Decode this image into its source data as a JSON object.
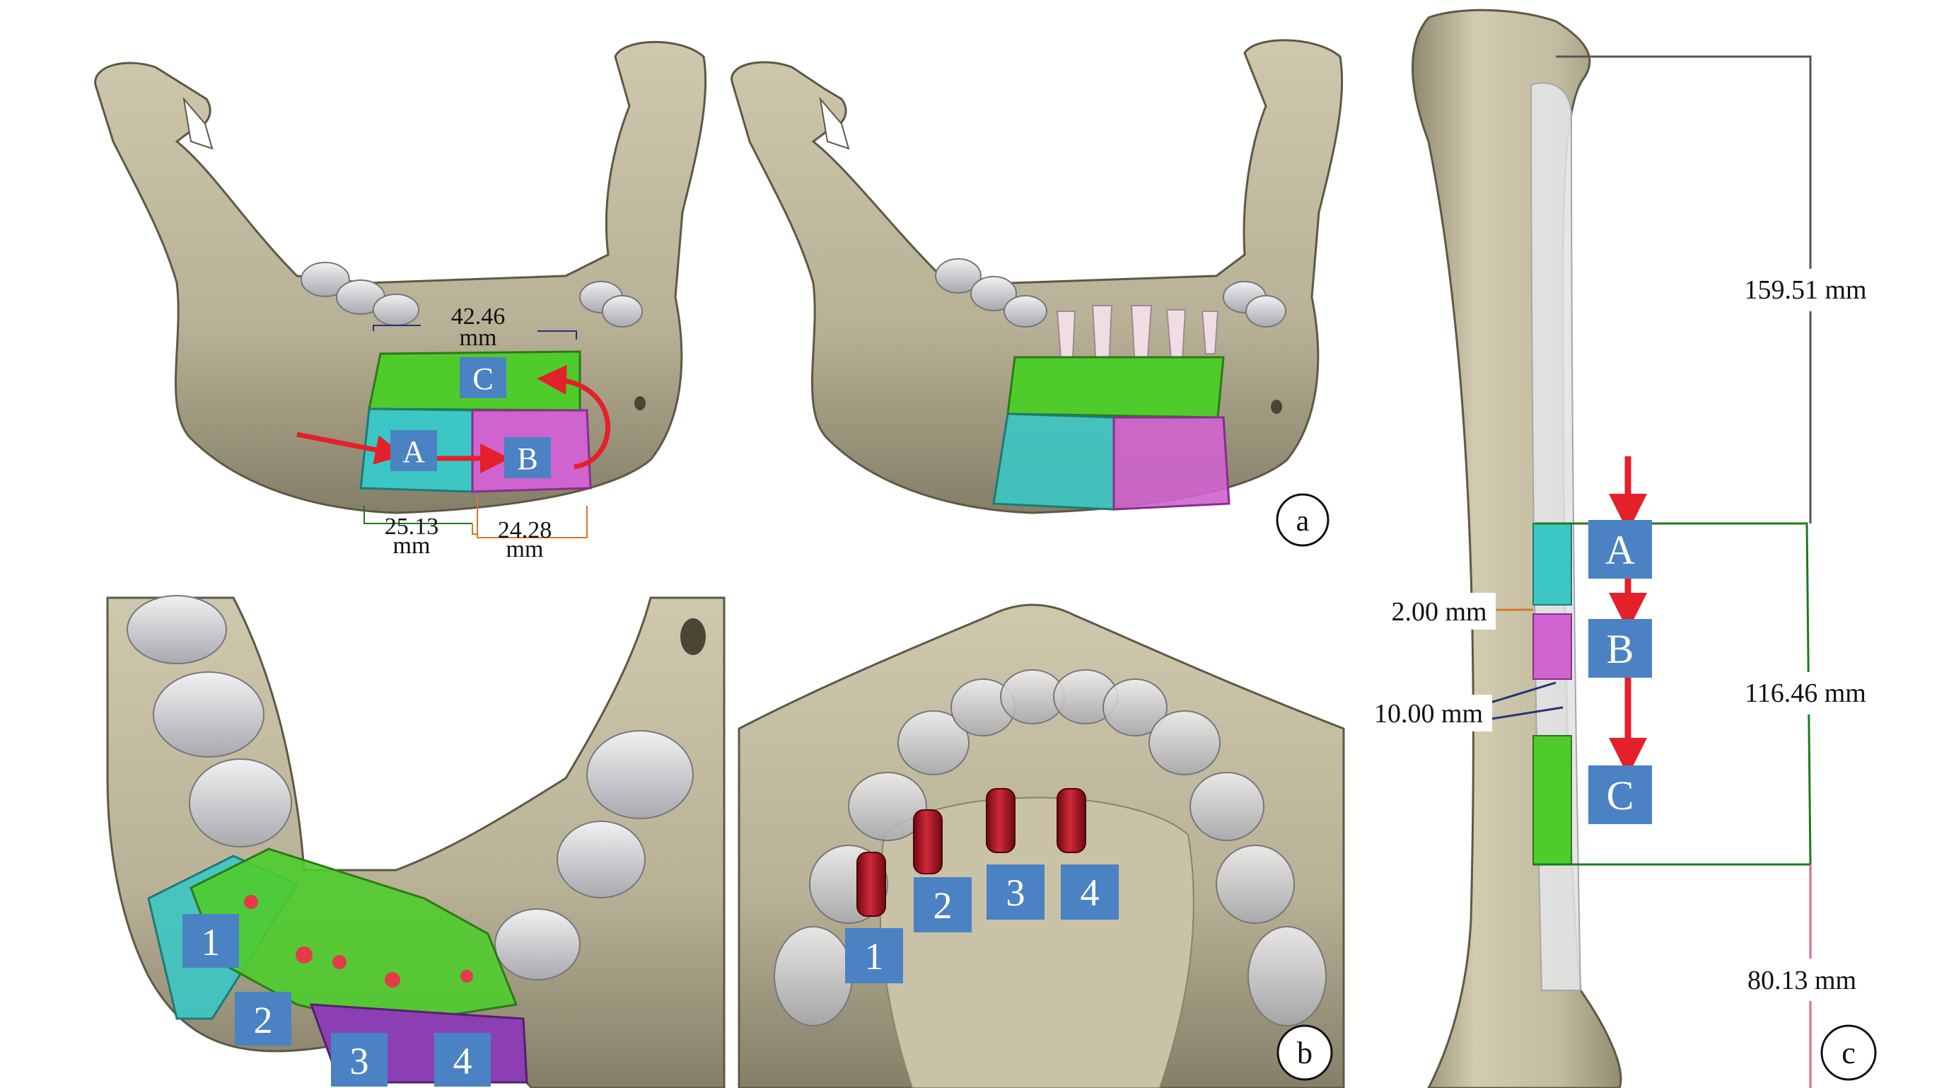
{
  "colors": {
    "bone": "#b8b196",
    "bone_dark": "#6f6a55",
    "tooth": "#e1e1e4",
    "segment_a": "#3cc6c4",
    "segment_b": "#cf63cf",
    "segment_c": "#4fcc2c",
    "label_box": "#4a82c4",
    "arrow": "#e4202a",
    "implant": "#b1121e",
    "measure_line": "#27317a",
    "green_line": "#1c7a1c",
    "orange_line": "#d7772c"
  },
  "panel_a": {
    "top_measure": "42.46",
    "top_measure_unit": "mm",
    "left_measure": "25.13",
    "left_measure_unit": "mm",
    "right_measure": "24.28",
    "right_measure_unit": "mm",
    "segments": [
      "A",
      "B",
      "C"
    ],
    "panel_letter": "a"
  },
  "panel_b": {
    "implant_numbers_left": [
      "1",
      "2",
      "3",
      "4"
    ],
    "implant_numbers_right": [
      "1",
      "2",
      "3",
      "4"
    ],
    "panel_letter": "b"
  },
  "panel_c": {
    "measure_top": "159.51 mm",
    "measure_middle": "116.46 mm",
    "measure_bottom": "80.13 mm",
    "gap_1": "2.00 mm",
    "gap_2": "10.00 mm",
    "segments": [
      "A",
      "B",
      "C"
    ],
    "panel_letter": "c"
  }
}
